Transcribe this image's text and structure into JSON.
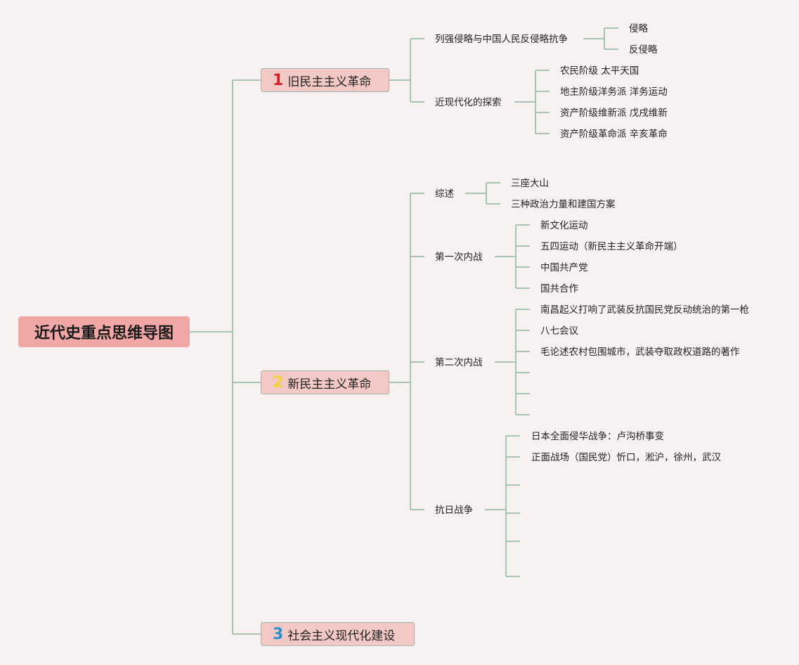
{
  "root": "近代史重点思维导图",
  "branches": [
    {
      "num": "1",
      "label": "旧民主主义革命",
      "children": [
        {
          "label": "列强侵略与中国人民反侵略抗争",
          "children": [
            "侵略",
            "反侵略"
          ]
        },
        {
          "label": "近现代化的探索",
          "children": [
            "农民阶级 太平天国",
            "地主阶级洋务派 洋务运动",
            "资产阶级维新派 戊戌维新",
            "资产阶级革命派 辛亥革命"
          ]
        }
      ]
    },
    {
      "num": "2",
      "label": "新民主主义革命",
      "children": [
        {
          "label": "综述",
          "children": [
            "三座大山",
            "三种政治力量和建国方案"
          ]
        },
        {
          "label": "第一次内战",
          "children": [
            "新文化运动",
            "五四运动（新民主主义革命开端）",
            "中国共产党",
            "国共合作"
          ]
        },
        {
          "label": "第二次内战",
          "children": [
            "南昌起义打响了武装反抗国民党反动统治的第一枪",
            "八七会议",
            "毛论述农村包围城市，武装夺取政权道路的著作",
            "",
            "",
            ""
          ]
        },
        {
          "label": "抗日战争",
          "children": [
            "日本全面侵华战争：卢沟桥事变",
            "正面战场（国民党）忻口，淞沪，徐州，武汉",
            "",
            "",
            "",
            ""
          ]
        }
      ]
    },
    {
      "num": "3",
      "label": "社会主义现代化建设",
      "children": []
    }
  ],
  "colors": {
    "line": "#8cb5a3",
    "root_fill": "#f2a7a7",
    "branch_fill": "#f2c9c4",
    "branch_border": "#9fb6ab",
    "num1": "#d8222a",
    "num2": "#f5d23c",
    "num3": "#2e8fcf"
  }
}
